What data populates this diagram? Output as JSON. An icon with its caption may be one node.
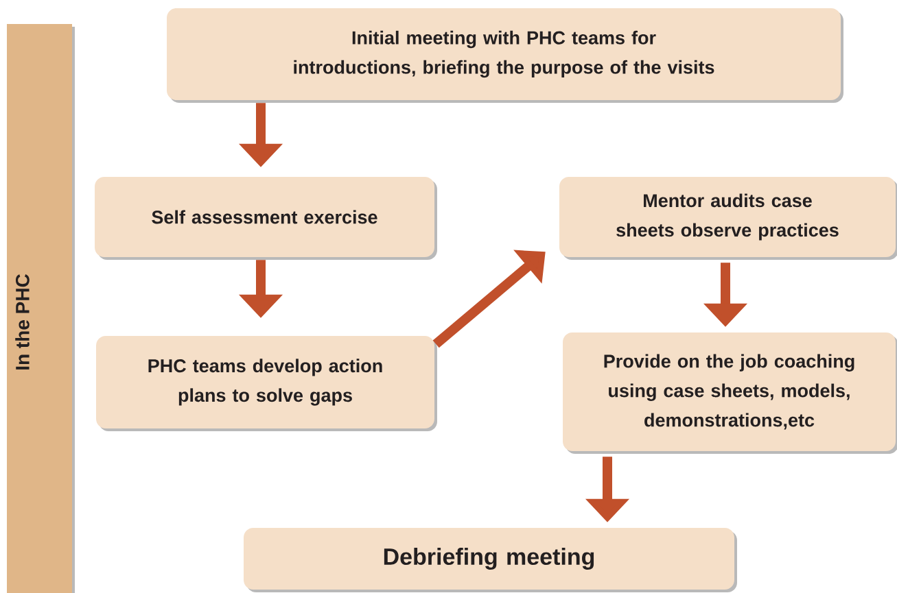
{
  "diagram": {
    "nodes": [
      {
        "text": [
          "In the PHC"
        ]
      },
      {
        "text": [
          "Initial meeting with PHC teams for introductions, briefing the purpose of the visits"
        ]
      },
      {
        "text": [
          "Self assessment exercise"
        ]
      },
      {
        "text": [
          "Mentor audits case sheets observe practices"
        ]
      },
      {
        "text": [
          "PHC teams develop action plans to solve gaps"
        ]
      },
      {
        "text": [
          "Provide on the job coaching using case sheets, models, demonstrations,etc"
        ]
      },
      {
        "text": [
          "Debriefing meeting"
        ]
      }
    ],
    "edges": [
      {
        "from": 1,
        "to": 2,
        "arrow": "to"
      },
      {
        "from": 2,
        "to": 4,
        "arrow": "to"
      },
      {
        "from": 4,
        "to": 3,
        "arrow": "to"
      },
      {
        "from": 3,
        "to": 5,
        "arrow": "to"
      },
      {
        "from": 5,
        "to": 6,
        "arrow": "to"
      }
    ]
  }
}
